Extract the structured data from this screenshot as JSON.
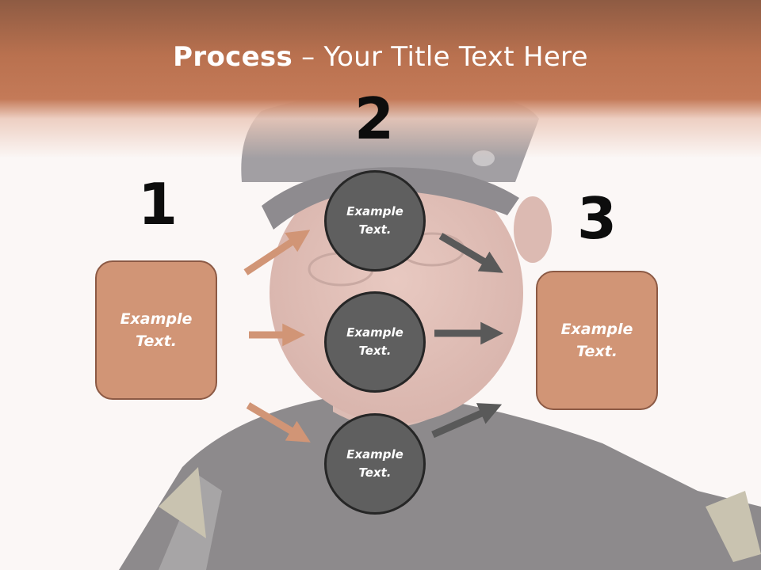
{
  "title": {
    "bold": "Process",
    "rest": " – Your Title Text Here"
  },
  "steps": [
    {
      "number": "1",
      "text": "Example\nText."
    },
    {
      "number": "2",
      "items": [
        "Example\nText.",
        "Example\nText.",
        "Example\nText."
      ]
    },
    {
      "number": "3",
      "text": "Example\nText."
    }
  ],
  "colors": {
    "title_band": "#b9714f",
    "box_fill": "#d19576",
    "box_border": "#8c5a45",
    "circle_fill": "#5f5f5f",
    "circle_border": "#262626",
    "arrow_left": "#d19576",
    "arrow_right": "#595959"
  }
}
